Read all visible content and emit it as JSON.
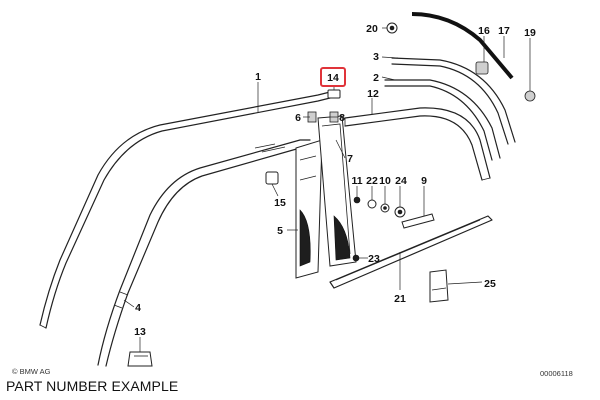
{
  "caption": "PART NUMBER EXAMPLE",
  "copyright": "© BMW AG",
  "diagram_code": "00006118",
  "highlight": {
    "label": "14",
    "color": "#e0343a"
  },
  "callouts": {
    "c1": "1",
    "c2": "2",
    "c3": "3",
    "c4": "4",
    "c5": "5",
    "c6": "6",
    "c7": "7",
    "c8": "8",
    "c9": "9",
    "c10": "10",
    "c11": "11",
    "c12": "12",
    "c13": "13",
    "c14": "14",
    "c15": "15",
    "c16": "16",
    "c17": "17",
    "c19": "19",
    "c20": "20",
    "c21": "21",
    "c22": "22",
    "c23": "23",
    "c24": "24",
    "c25": "25"
  }
}
